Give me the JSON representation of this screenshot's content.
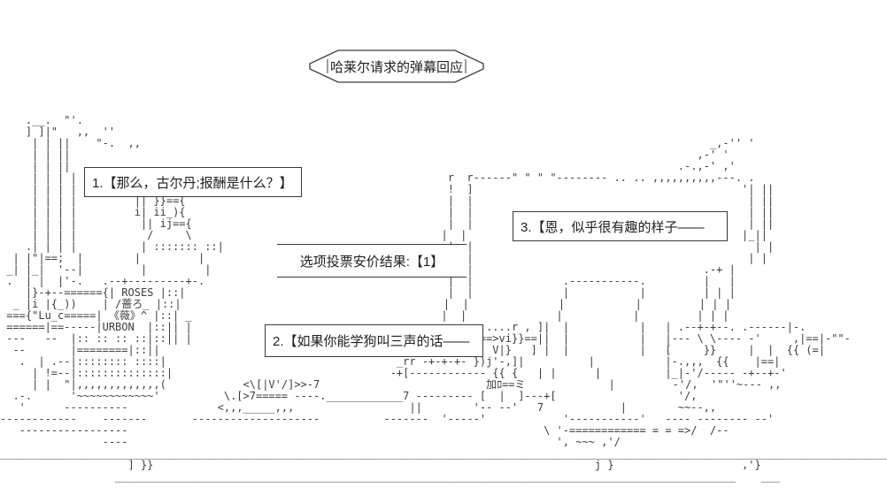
{
  "title": {
    "text": "哈莱尔请求的弹幕回应"
  },
  "options": [
    {
      "label": "1.【那么，古尔丹;报酬是什么？】"
    },
    {
      "label": "2.【如果你能学狗叫三声的话——"
    },
    {
      "label": "3.【恩，似乎很有趣的样子——"
    }
  ],
  "result": {
    "text": "选项投票安价结果:【1】"
  },
  "art": {
    "bottle_brand_top": "ROSES",
    "bottle_brand_bottom": "URBON",
    "bottle_kanji": "蔷薇",
    "lines": [
      "",
      "",
      "",
      "",
      "",
      "",
      "",
      "",
      "",
      "",
      "    .__.  \"'.",
      "    ] ]|\"   ,,  ''",
      "     | | ||    \"-.  ,,                                                                                         _,-'' '",
      "     | | ||                                                                                                  ,-' '",
      "     | | ||                                                                                               .-.,-' ,'",
      "     | | | |                                                          r  r------\" \" \" \"-------- .. .. ,,,,,,,,,,---. .",
      "     | | | |                                                          !  ]                                          '| ||",
      "     | | | |         || }}=={                                         |  |                                           | ||",
      "     | | | |         i| ii_){                                         |  |                                           | ||",
      "     | | | |          || ij=={                                        |  |                                           | ||",
      "     | | | |           /     \\                                       |  |                                           |_||",
      "    .| | | |          | ::::::: ::|                                   |  |                                            | |",
      "  | |\"|==;  |        |         |                                      |  |                                           | |",
      " _| |_|  '--|         |         |                                     |  |                                    .-+ |",
      " .  | |  |'-.   .--+---------+-.                                      |  |              .-----------.         |   |",
      "    |}-+--======{| ROSES |::|                                         |  |              |           |         | | |",
      "  _ |i |{_))    | /蔷ろ_ |::|                                         |  |              |           |         | | |",
      " ==={\"Lu_c=====| 《薇》^ |::| _                                       |  |              |           |         | | |",
      " ======|==-----|URBON  |::|| |                                           r......r , ]|  |           |   | .--+-+--. .------|-.",
      " ---   --  |:: :: :: ::|::|| |                                           -===>vi}}==||  |           |   |--- \\ \\---- -'     ,|==|-\"\"-",
      "  --       |========|::||                                                    V|}   ] |  |           |   [     }}     |  |  {{ (=|",
      "   .  | .--|:::::::: ::::|                                    _rr -+-+-+- })j'-,]|          |           |-.,,,  {{    |==|",
      "     | !=--|::::::::::::::|                                  -+[------------ {{ {   | |      |          |_|-'/----- -+--+-'",
      "     | |  \"|,,,,,,,,,,,,,(            <\\[|V'/]>>-7                          加ﾛ==ミ             |         -'/,  '\"''~--- ,,",
      "  .-.      '~~~~~~~~~~~~'          \\.[>7===== ----.____________7 --------- [  |  ]---+[                   '/,",
      "   '      ----------              <,,,_____,,,                  ||        '-- --'   7            |        ~~--,,",
      "------------    -------       --------------------          -------  '-----'            '-----------'   ---- -------- --'",
      "   -----------------                                                                 \\ '-============ = = =>/  /--",
      "                ----                                                                   ', ~~~ ,'/",
      "___________________________________________________________________________________________________________________________________________",
      "                    ] }}                                                                     j }                    ,'}",
      "                  _________________________________________________________________________________________________    ___",
      ""
    ]
  }
}
